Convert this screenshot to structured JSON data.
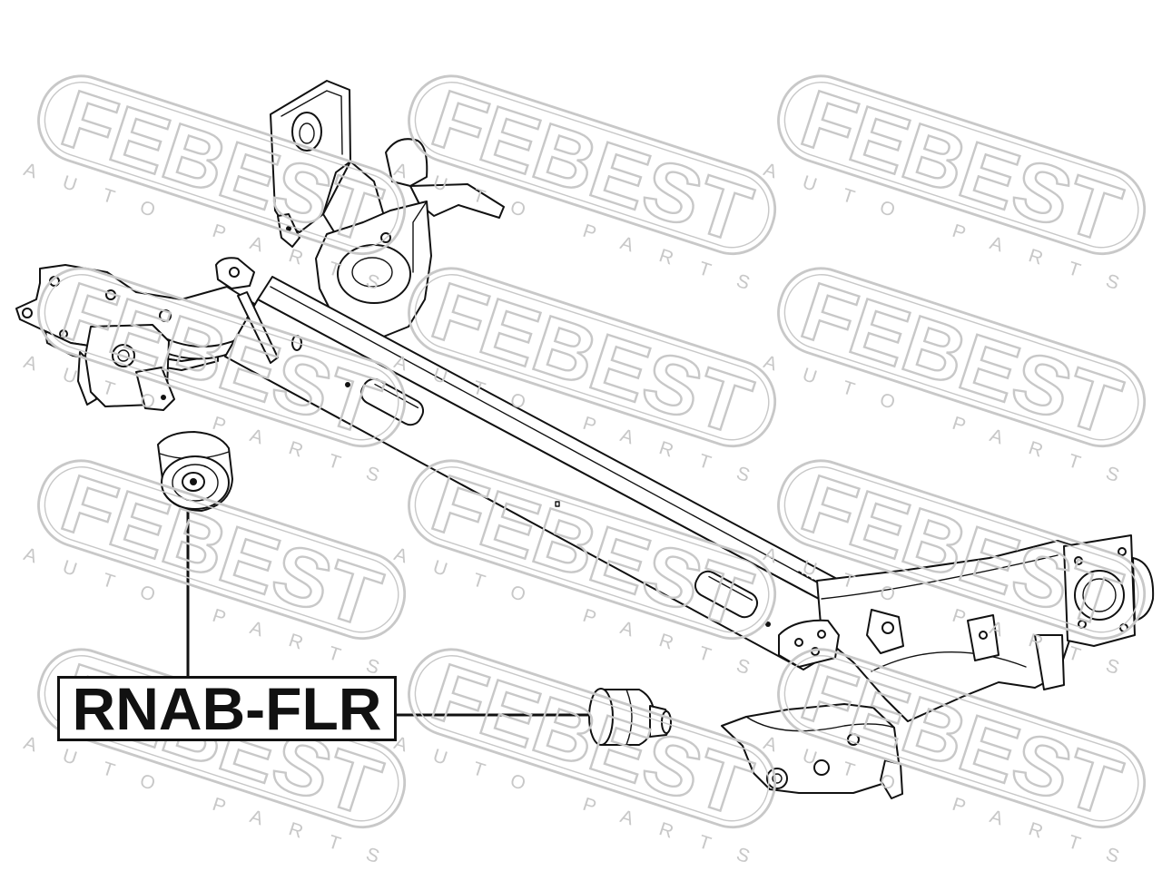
{
  "watermark": {
    "brand": "FEBEST",
    "tagline": "AUTO PARTS"
  },
  "callout": {
    "part_number": "RNAB-FLR"
  },
  "colors": {
    "line": "#111111",
    "watermark": "#c8c8c8",
    "background": "#ffffff"
  }
}
